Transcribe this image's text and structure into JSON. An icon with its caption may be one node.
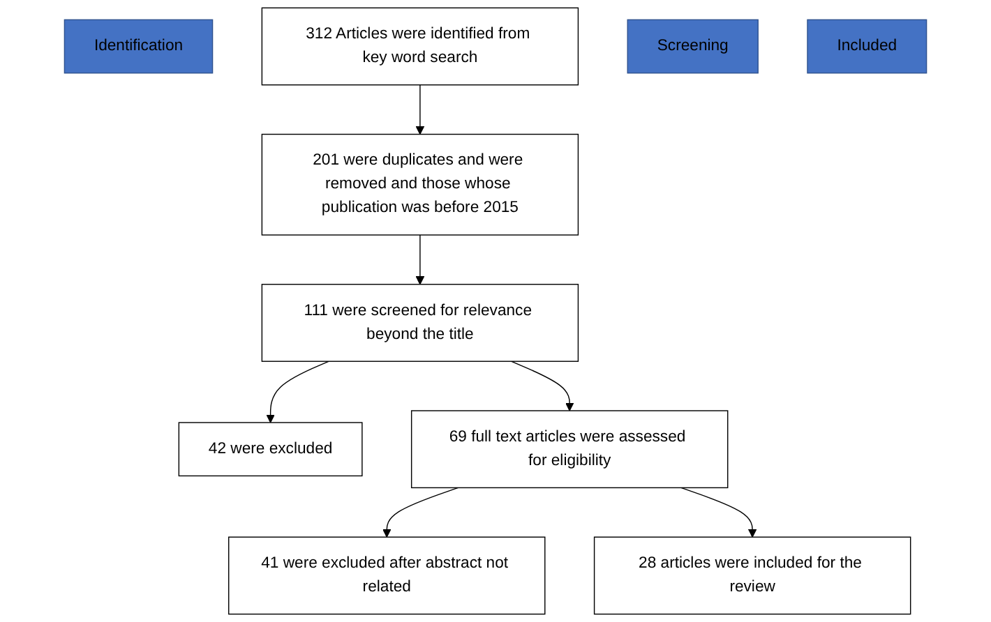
{
  "diagram": {
    "nodes": [
      {
        "text": [
          "Identification"
        ]
      },
      {
        "text": [
          "312 Articles were identified from key word search"
        ]
      },
      {
        "text": [
          "201 were duplicates and were removed and those whose publication was before 2015"
        ]
      },
      {
        "text": [
          "Screening"
        ]
      },
      {
        "text": [
          "111 were screened for relevance beyond the title"
        ]
      },
      {
        "text": [
          "42 were excluded"
        ]
      },
      {
        "text": [
          "69 full text articles were assessed for eligibility"
        ]
      },
      {
        "text": [
          "41 were excluded after abstract not related"
        ]
      },
      {
        "text": [
          "Included"
        ]
      },
      {
        "text": [
          "28 articles were included for the review"
        ]
      }
    ],
    "edges": [
      {
        "from": 1,
        "to": 2,
        "arrow": "to"
      },
      {
        "from": 2,
        "to": 4,
        "arrow": "to"
      },
      {
        "from": 4,
        "to": 5,
        "arrow": "to"
      },
      {
        "from": 4,
        "to": 6,
        "arrow": "to"
      },
      {
        "from": 6,
        "to": 7,
        "arrow": "to"
      },
      {
        "from": 6,
        "to": 9,
        "arrow": "to"
      }
    ]
  }
}
